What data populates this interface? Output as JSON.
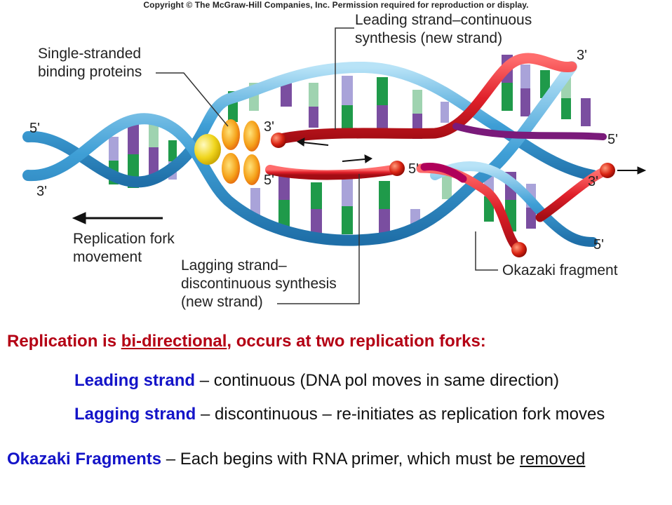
{
  "copyright": "Copyright © The McGraw-Hill Companies, Inc. Permission required for reproduction or display.",
  "labels": {
    "ssb_line1": "Single-stranded",
    "ssb_line2": "binding proteins",
    "leading_line1": "Leading strand–continuous",
    "leading_line2": "synthesis (new strand)",
    "fork_line1": "Replication fork",
    "fork_line2": "movement",
    "lagging_line1": "Lagging strand–",
    "lagging_line2": "discontinuous synthesis",
    "lagging_line3": "(new strand)",
    "okazaki": "Okazaki fragment"
  },
  "ends": {
    "left_top_5": "5'",
    "left_bottom_3": "3'",
    "mid_top_3": "3'",
    "mid_bottom_5": "5'",
    "lagging_5": "5'",
    "right_top_3": "3'",
    "right_top_5": "5'",
    "right_mid_3": "3'",
    "right_bottom_5": "5'"
  },
  "text": {
    "headline_a": "Replication is ",
    "headline_b": "bi-directional",
    "headline_c": ", occurs at two replication forks:",
    "leading_term": "Leading strand",
    "leading_desc": " – continuous (DNA pol moves in same direction)",
    "lagging_term": "Lagging strand",
    "lagging_desc": " – discontinuous – re-initiates as replication fork moves",
    "okazaki_term": "Okazaki Fragments",
    "okazaki_desc_a": " –  Each begins with RNA primer, which must be ",
    "okazaki_desc_b": "removed"
  },
  "colors": {
    "backbone": "#4aa9dd",
    "new_strand": "#e8242a",
    "base_purple": "#7a4ea0",
    "base_green": "#1f9a4a",
    "base_lavender": "#a9a3d9",
    "base_mint": "#9fd3b0",
    "ssb": "#f5a21a",
    "helicase": "#f2da2a",
    "primer": "#b0005a",
    "red_text": "#b40014",
    "blue_text": "#1414c8"
  }
}
